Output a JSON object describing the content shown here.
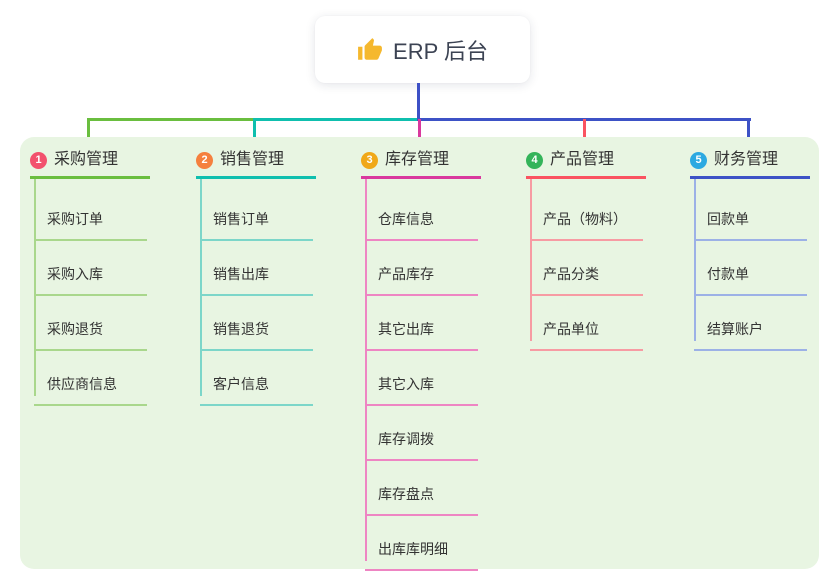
{
  "root": {
    "label": "ERP 后台",
    "icon": "thumbs-up-icon",
    "icon_color": "#f5b82e",
    "text_color": "#3c4353"
  },
  "trunk_color": "#3d50c6",
  "panel_bg": "#e8f5e2",
  "branches": [
    {
      "number": "1",
      "label": "采购管理",
      "badge_color": "#f2516d",
      "line_color": "#6abe3f",
      "child_line_color": "#a9d78c",
      "children": [
        "采购订单",
        "采购入库",
        "采购退货",
        "供应商信息"
      ]
    },
    {
      "number": "2",
      "label": "销售管理",
      "badge_color": "#f5803e",
      "line_color": "#0fbfae",
      "child_line_color": "#7cd6c9",
      "children": [
        "销售订单",
        "销售出库",
        "销售退货",
        "客户信息"
      ]
    },
    {
      "number": "3",
      "label": "库存管理",
      "badge_color": "#f0a818",
      "line_color": "#d9399e",
      "child_line_color": "#ee85c3",
      "children": [
        "仓库信息",
        "产品库存",
        "其它出库",
        "其它入库",
        "库存调拨",
        "库存盘点",
        "出库库明细"
      ]
    },
    {
      "number": "4",
      "label": "产品管理",
      "badge_color": "#34b45a",
      "line_color": "#fa5361",
      "child_line_color": "#f79ba3",
      "children": [
        "产品（物料）",
        "产品分类",
        "产品单位"
      ]
    },
    {
      "number": "5",
      "label": "财务管理",
      "badge_color": "#2ca9e1",
      "line_color": "#3d52c6",
      "child_line_color": "#9cb1e6",
      "children": [
        "回款单",
        "付款单",
        "结算账户"
      ]
    }
  ]
}
